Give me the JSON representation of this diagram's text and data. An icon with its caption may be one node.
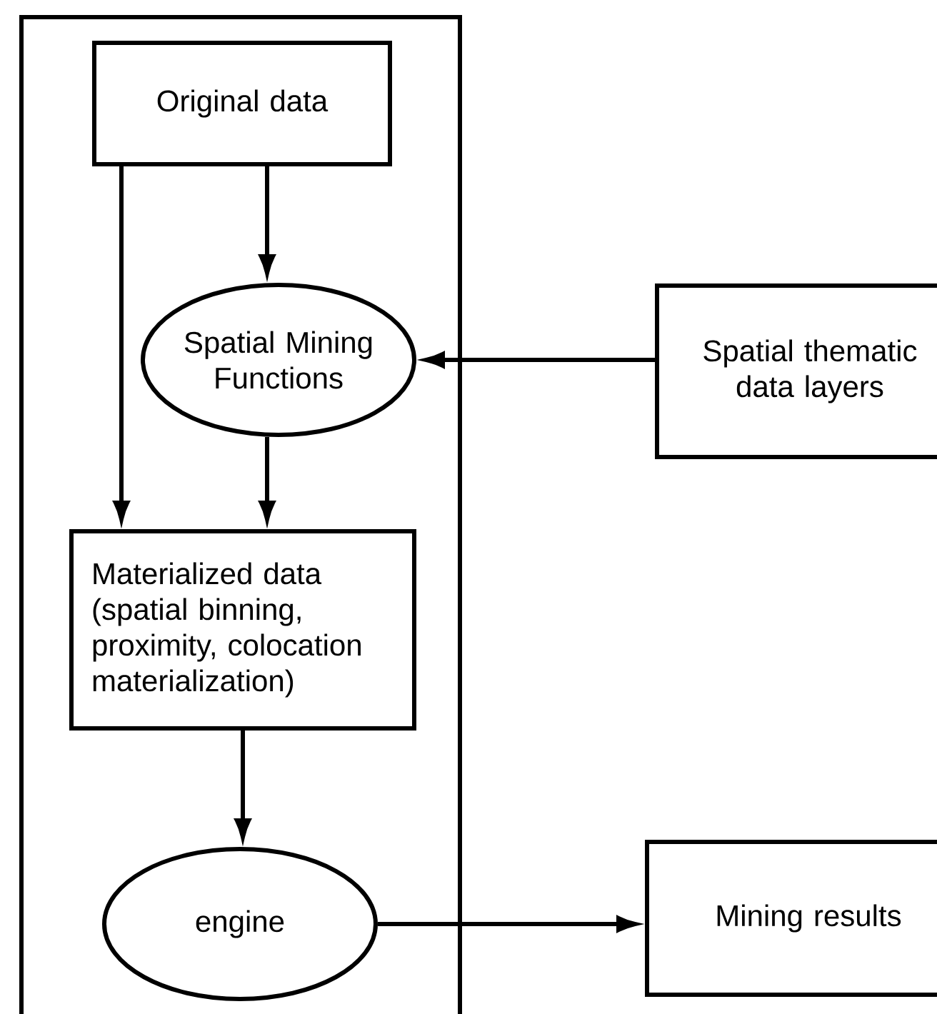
{
  "diagram": {
    "nodes": [
      {
        "text": [],
        "shape": "box"
      },
      {
        "text": [
          "Original data"
        ],
        "in": 0
      },
      {
        "text": [
          "Spatial Mining Functions"
        ],
        "in": 0
      },
      {
        "text": [
          "Materialized data (spatial binning, proximity, colocation materialization)"
        ],
        "in": 0
      },
      {
        "text": [
          "engine"
        ],
        "in": 0
      },
      {
        "text": [
          "Spatial thematic data layers"
        ]
      },
      {
        "text": [
          "Mining results"
        ]
      }
    ],
    "edges": [
      {
        "from": 1,
        "to": 2,
        "arrow": "to"
      },
      {
        "from": 1,
        "to": 3,
        "arrow": "to"
      },
      {
        "from": 2,
        "to": 3,
        "arrow": "to"
      },
      {
        "from": 5,
        "to": 2,
        "arrow": "to"
      },
      {
        "from": 3,
        "to": 4,
        "arrow": "to"
      },
      {
        "from": 4,
        "to": 6,
        "arrow": "to"
      }
    ]
  }
}
